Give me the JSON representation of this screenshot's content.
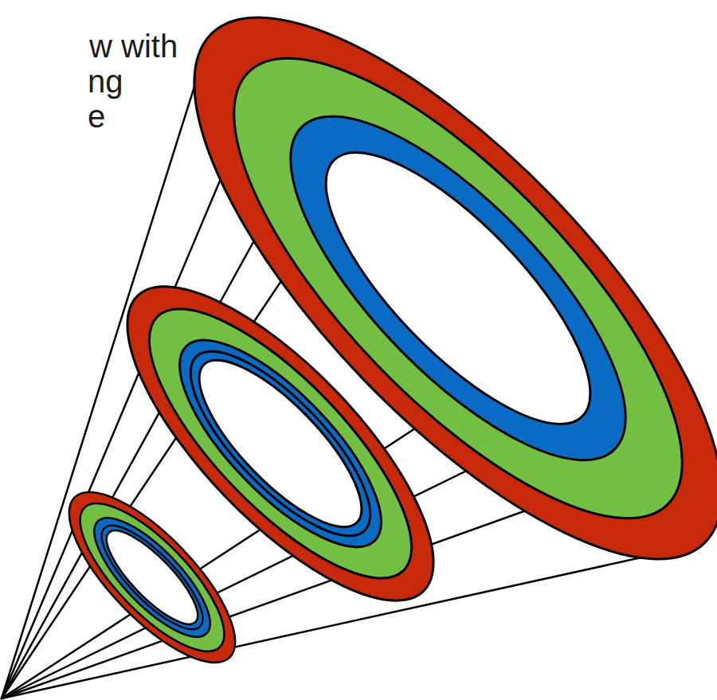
{
  "diagram": {
    "labels": [
      "w with",
      "ng",
      "e"
    ]
  }
}
